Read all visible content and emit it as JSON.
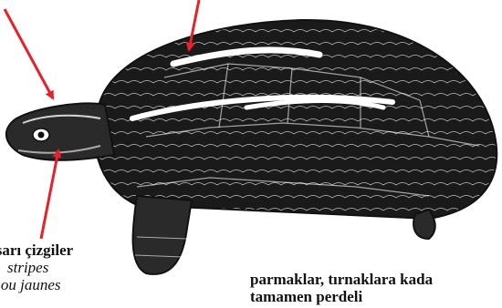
{
  "colors": {
    "arrow": "#e8202a",
    "ink": "#111111",
    "shell_dark": "#1a1a1a",
    "stripe": "#ffffff"
  },
  "labels": {
    "head_left": {
      "title": "n sarı çizgiler",
      "sub1": "stripes",
      "sub2": "s ou jaunes"
    },
    "feet_right": {
      "line1": "parmaklar, tırnaklara kada",
      "line2": "tamamen perdeli"
    }
  }
}
